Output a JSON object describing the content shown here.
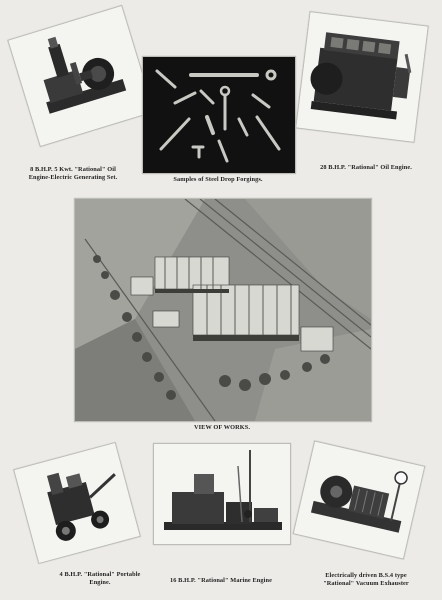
{
  "captions": {
    "generating_set": [
      "8 B.H.P. 5 Kwt. \"Rational\" Oil",
      "Engine-Electric Generating Set."
    ],
    "forgings": [
      "Samples of Steel Drop Forgings."
    ],
    "oil_engine": [
      "28 B.H.P. \"Rational\" Oil Engine."
    ],
    "works": [
      "VIEW OF WORKS."
    ],
    "portable_engine": [
      "4 B.H.P. \"Rational\" Portable",
      "Engine."
    ],
    "marine_engine": [
      "16 B.H.P. \"Rational\" Marine Engine"
    ],
    "vacuum_exhauster": [
      "Electrically driven B.S.4 type",
      "\"Rational\" Vacuum Exhauster"
    ]
  },
  "colors": {
    "paper": "#ecebe7",
    "print_frame": "#f7f7f4",
    "forgings_background": "#111111",
    "aerial_tone": "#8a8a86"
  }
}
